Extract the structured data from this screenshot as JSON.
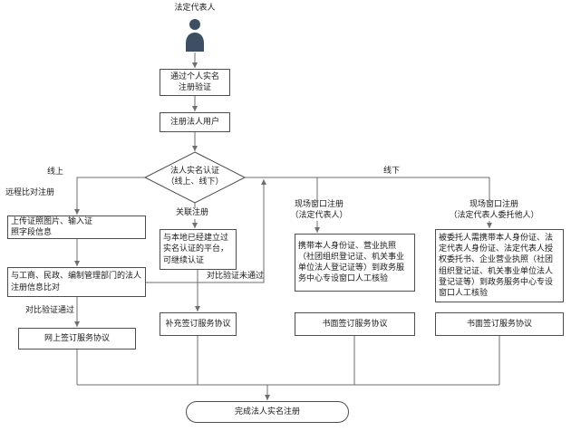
{
  "colors": {
    "line": "#6e6e6e",
    "border": "#4d4d4d",
    "text": "#1a1a1a",
    "actor": "#3d4f63",
    "background": "#ffffff"
  },
  "actor": {
    "label": "法定代表人"
  },
  "nodes": {
    "personal_verify": "通过个人实名\n注册验证",
    "register_user": "注册法人用户",
    "decision": "法人实名认证\n（线上、线下）",
    "upload": "上传证照图片、输入证\n照字段信息",
    "compare": "与工商、民政、编制管理部门的法人注册信息比对",
    "online_sign": "网上签订服务协议",
    "local_platform": "与本地已经建立过实名认证的平台，可继续认证",
    "supplement_sign": "补充签订服务协议",
    "window_person_check": "携带本人身份证、营业执照（社团组织登记证、机关事业单位法人登记证等）到政务服务中心专设窗口人工核验",
    "written_sign_left": "书面签订服务协议",
    "window_delegate_check": "被委托人需携带本人身份证、法定代表人身份证、法定代表人授权委托书、企业营业执照（社团组织登记证、机关事业单位法人登记证等）到政务服务中心专设窗口人工核验",
    "written_sign_right": "书面签订服务协议",
    "complete": "完成法人实名注册"
  },
  "edge_labels": {
    "online": "线上",
    "offline": "线下",
    "remote_compare": "远程比对注册",
    "related_register": "关联注册",
    "compare_pass": "对比验证通过",
    "compare_fail": "对比验证未通过",
    "window_register_person": "现场窗口注册\n（法定代表人）",
    "window_register_delegate": "现场窗口注册\n（法定代表人委托他人）"
  }
}
